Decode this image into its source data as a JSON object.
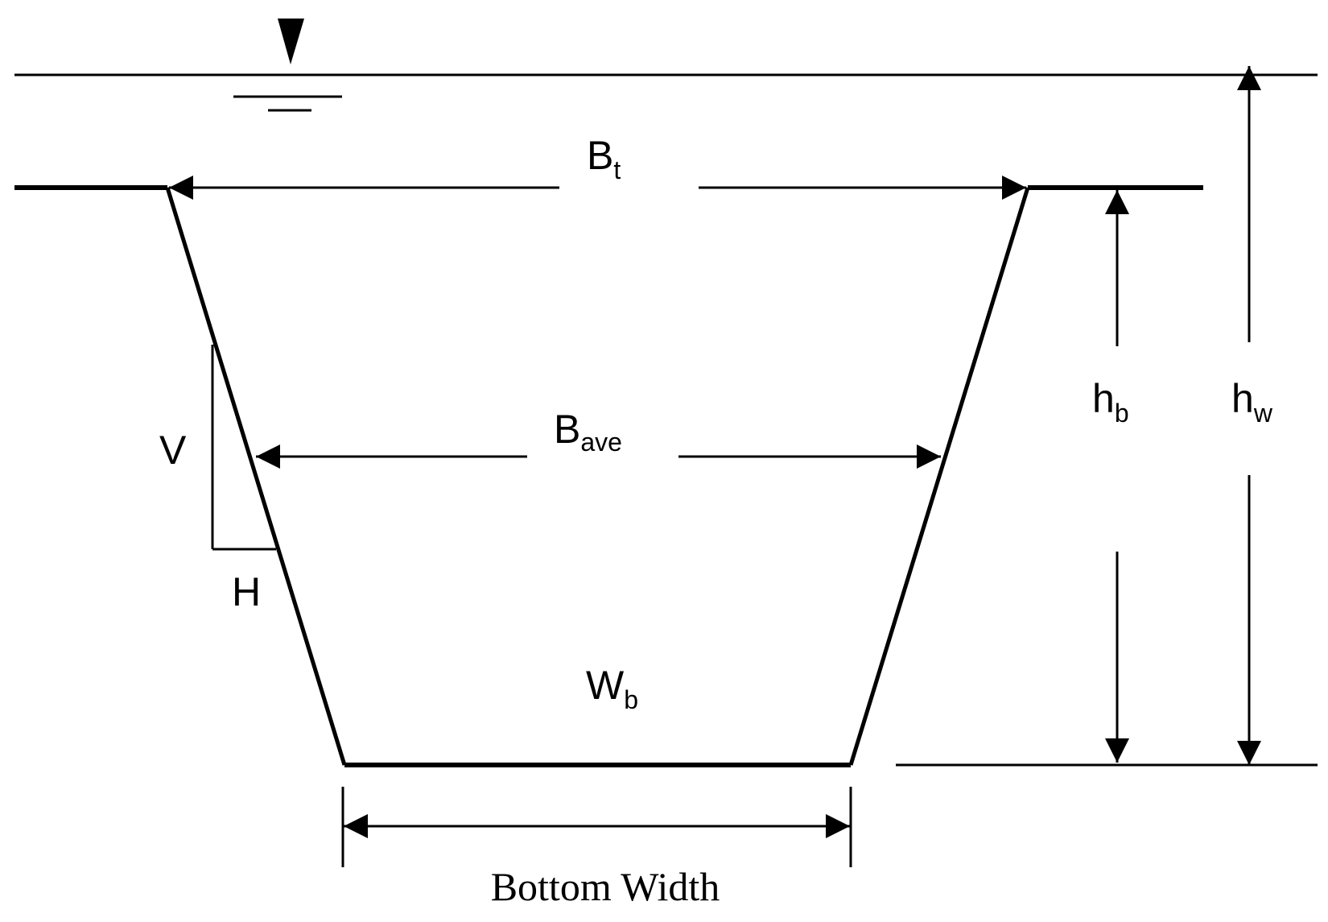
{
  "labels": {
    "top_width": {
      "main": "B",
      "sub": "t"
    },
    "average_width": {
      "main": "B",
      "sub": "ave"
    },
    "bank_height": {
      "main": "h",
      "sub": "b"
    },
    "water_height": {
      "main": "h",
      "sub": "w"
    },
    "bottom_width_symbol": {
      "main": "W",
      "sub": "b"
    },
    "slope_vertical": "V",
    "slope_horizontal": "H",
    "bottom_width_caption": "Bottom Width"
  },
  "colors": {
    "line": "#000000",
    "background": "#ffffff"
  }
}
